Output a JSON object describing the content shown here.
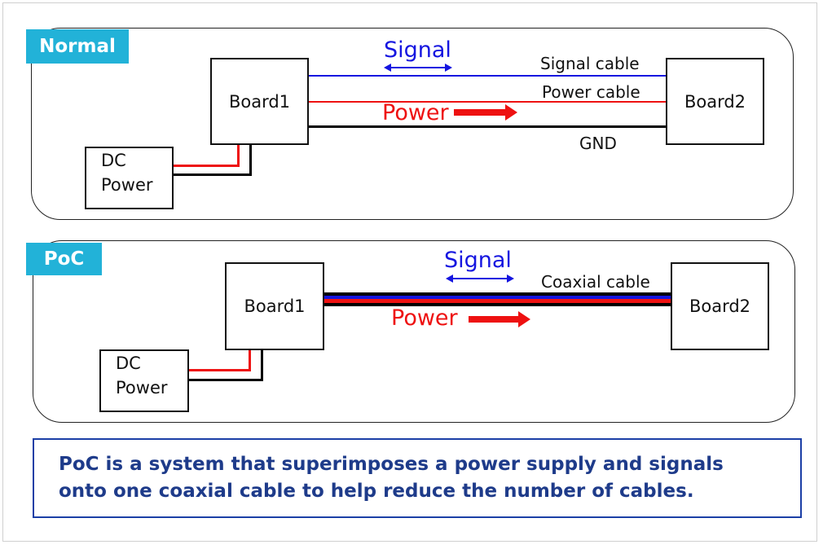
{
  "normal": {
    "tag": "Normal",
    "board1": "Board1",
    "board2": "Board2",
    "dc_power_line1": "DC",
    "dc_power_line2": "Power",
    "signal_label": "Signal",
    "power_label": "Power",
    "signal_cable_label": "Signal cable",
    "power_cable_label": "Power cable",
    "gnd_label": "GND"
  },
  "poc": {
    "tag": "PoC",
    "board1": "Board1",
    "board2": "Board2",
    "dc_power_line1": "DC",
    "dc_power_line2": "Power",
    "signal_label": "Signal",
    "power_label": "Power",
    "coaxial_cable_label": "Coaxial cable"
  },
  "caption": {
    "line1": "PoC is a system that superimposes a power supply and signals",
    "line2": "onto one coaxial cable to help reduce the number of cables."
  },
  "colors": {
    "signal": "#1515e0",
    "power": "#ee1111",
    "ground": "#000000",
    "tag_bg": "#22b2d8",
    "caption_text": "#1e3b8a",
    "caption_border": "#1b3fa6"
  },
  "icons": [
    "double-headed-arrow-icon",
    "right-arrow-icon"
  ]
}
